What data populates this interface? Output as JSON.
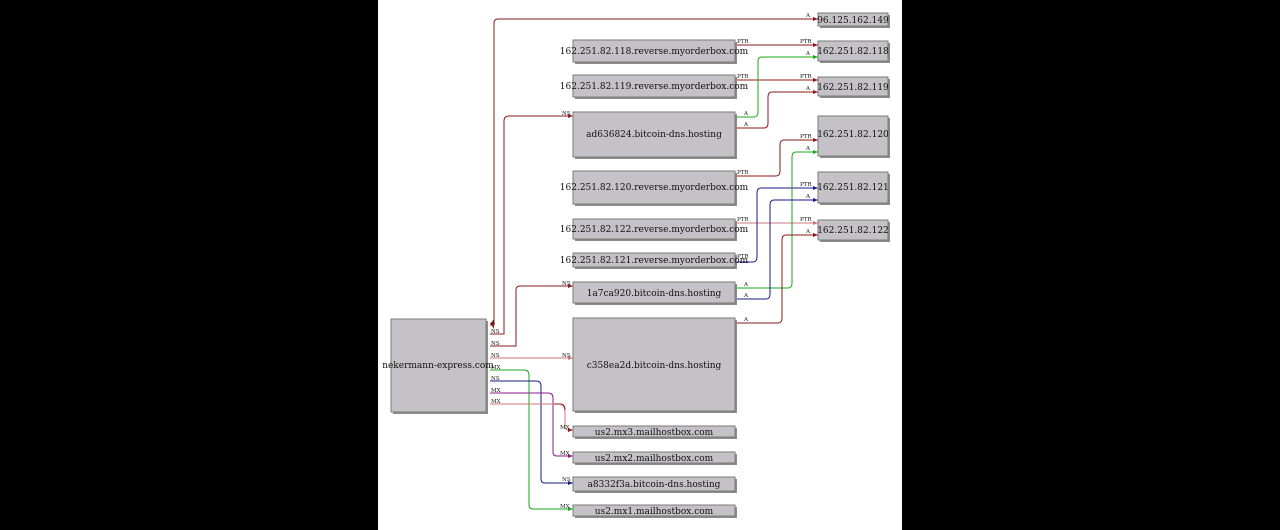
{
  "diagram": {
    "nodes": {
      "root": "nekermann-express.com",
      "ip_149": "96.125.162.149",
      "ip_118": "162.251.82.118",
      "ip_119": "162.251.82.119",
      "ip_120": "162.251.82.120",
      "ip_121": "162.251.82.121",
      "ip_122": "162.251.82.122",
      "rev_118": "162.251.82.118.reverse.myorderbox.com",
      "rev_119": "162.251.82.119.reverse.myorderbox.com",
      "rev_120": "162.251.82.120.reverse.myorderbox.com",
      "rev_122": "162.251.82.122.reverse.myorderbox.com",
      "rev_121": "162.251.82.121.reverse.myorderbox.com",
      "ns_ad": "ad636824.bitcoin-dns.hosting",
      "ns_1a": "1a7ca920.bitcoin-dns.hosting",
      "ns_c3": "c358ea2d.bitcoin-dns.hosting",
      "ns_a8": "a8332f3a.bitcoin-dns.hosting",
      "mx3": "us2.mx3.mailhostbox.com",
      "mx2": "us2.mx2.mailhostbox.com",
      "mx1": "us2.mx1.mailhostbox.com"
    },
    "edge_labels": {
      "a": "A",
      "ns": "NS",
      "mx": "MX",
      "ptr": "PTR"
    },
    "colors": {
      "red": "#8b1a1a",
      "pink": "#c87878",
      "green": "#1aa81a",
      "blue": "#1a1a8b",
      "purple": "#8b1a8b",
      "gray": "#888888"
    }
  }
}
